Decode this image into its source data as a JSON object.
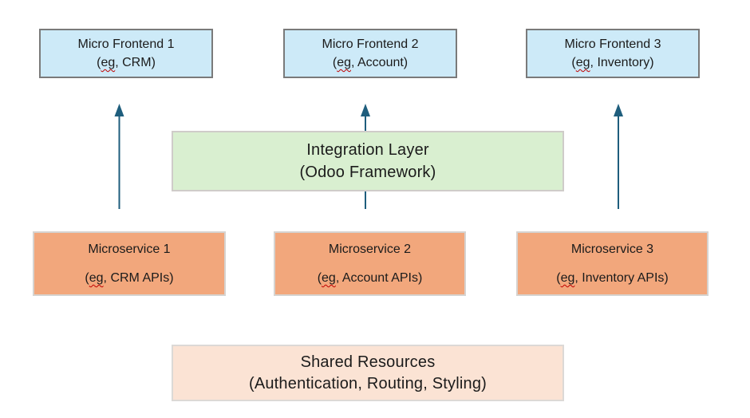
{
  "colors": {
    "frontend-fill": "#cdeaf8",
    "frontend-border": "#7a7a7a",
    "integration-fill": "#d9efd0",
    "integration-border": "#cfccc9",
    "service-fill": "#f2a77c",
    "service-border": "#d6d3d0",
    "shared-fill": "#fbe3d4",
    "shared-border": "#dcd9d6",
    "arrow": "#1f5e7d",
    "text": "#1b1b1b",
    "squiggle": "#c00000"
  },
  "frontends": [
    {
      "title": "Micro Frontend 1",
      "sub_prefix": "(",
      "sub_wavy": "eg",
      "sub_rest": ", CRM)"
    },
    {
      "title": "Micro Frontend 2",
      "sub_prefix": "(",
      "sub_wavy": "eg",
      "sub_rest": ", Account)"
    },
    {
      "title": "Micro Frontend 3",
      "sub_prefix": "(",
      "sub_wavy": "eg",
      "sub_rest": ", Inventory)"
    }
  ],
  "integration": {
    "line1": "Integration Layer",
    "line2": "(Odoo Framework)"
  },
  "services": [
    {
      "title": "Microservice 1",
      "sub_prefix": "(",
      "sub_wavy": "eg",
      "sub_rest": ", CRM APIs)"
    },
    {
      "title": "Microservice 2",
      "sub_prefix": "(",
      "sub_wavy": "eg",
      "sub_rest": ", Account APIs)"
    },
    {
      "title": "Microservice 3",
      "sub_prefix": "(",
      "sub_wavy": "eg",
      "sub_rest": ", Inventory APIs)"
    }
  ],
  "shared": {
    "line1": "Shared Resources",
    "line2": "(Authentication, Routing, Styling)"
  }
}
